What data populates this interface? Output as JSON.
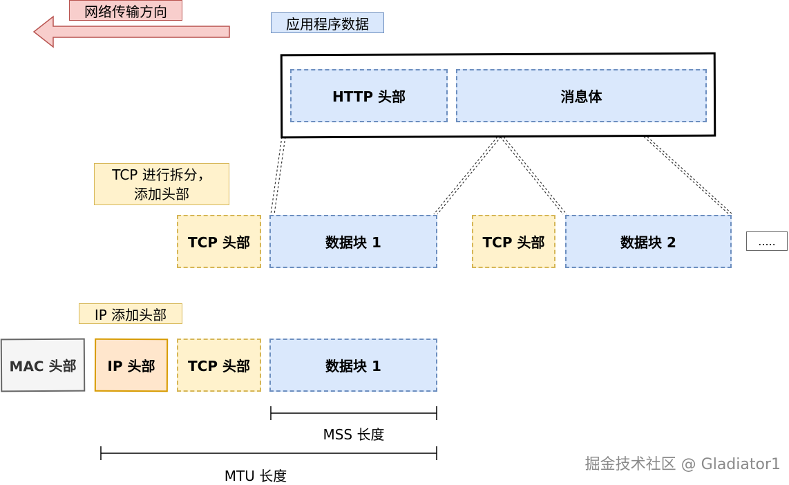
{
  "direction_label": "网络传输方向",
  "app_data_label": "应用程序数据",
  "http_header": "HTTP 头部",
  "message_body": "消息体",
  "tcp_step_label_line1": "TCP 进行拆分，",
  "tcp_step_label_line2": "添加头部",
  "tcp_header": "TCP 头部",
  "data_block_1": "数据块 1",
  "data_block_2": "数据块 2",
  "ellipsis": ".....",
  "ip_step_label": "IP 添加头部",
  "mac_header": "MAC 头部",
  "ip_header": "IP 头部",
  "mss_label": "MSS 长度",
  "mtu_label": "MTU 长度",
  "watermark": "掘金技术社区 @ Gladiator1",
  "colors": {
    "blue_fill": "#dae8fc",
    "blue_stroke": "#6c8ebf",
    "yellow_fill": "#fff2cc",
    "yellow_stroke": "#d6b656",
    "orange_fill": "#ffe6cc",
    "orange_stroke": "#d79b00",
    "red_fill": "#f8cecc",
    "red_stroke": "#b85450",
    "grey_fill": "#f5f5f5",
    "grey_stroke": "#666666"
  }
}
